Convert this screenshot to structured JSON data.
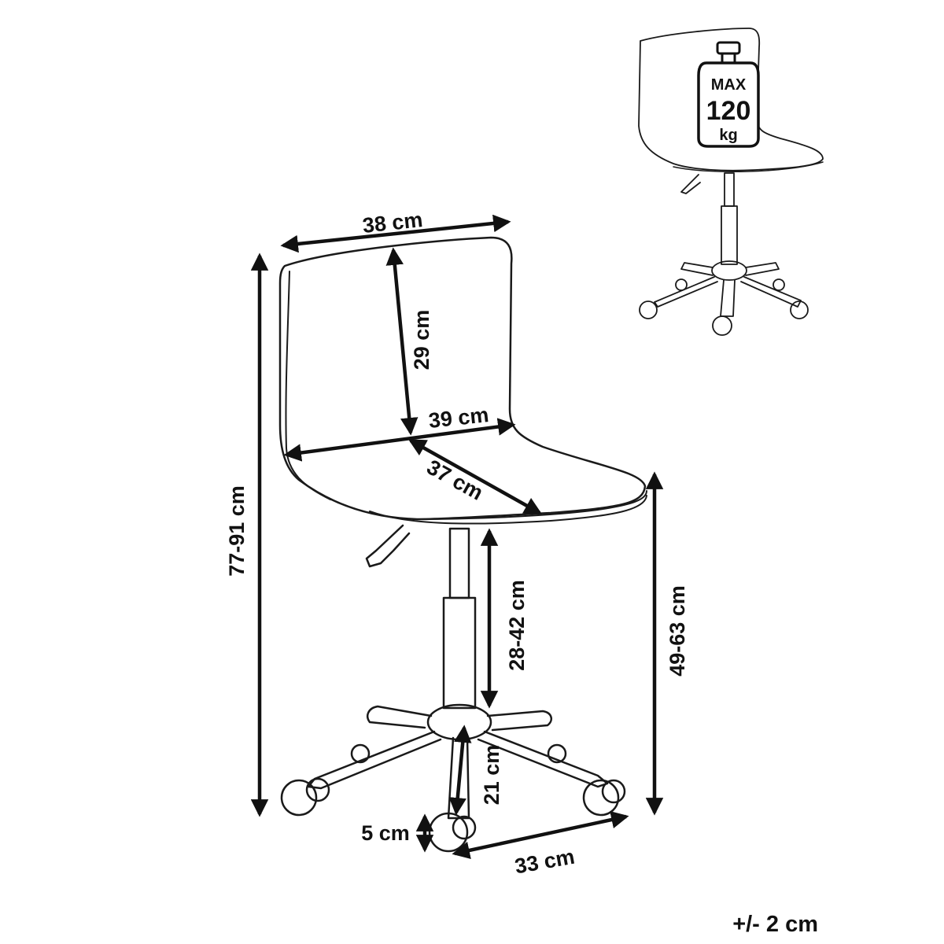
{
  "dimensions": {
    "seat_back_width": "38 cm",
    "backrest_height": "29 cm",
    "seat_width": "39 cm",
    "seat_depth": "37 cm",
    "total_height": "77-91 cm",
    "seat_height": "49-63 cm",
    "gas_lift_height": "28-42 cm",
    "leg_length": "21 cm",
    "wheel_height": "5 cm",
    "leg_spread": "33 cm"
  },
  "max_load": {
    "line1": "MAX",
    "line2": "120",
    "line3": "kg"
  },
  "tolerance": "+/- 2 cm",
  "colors": {
    "line": "#1a1a1a",
    "text": "#111111",
    "background": "#ffffff"
  }
}
